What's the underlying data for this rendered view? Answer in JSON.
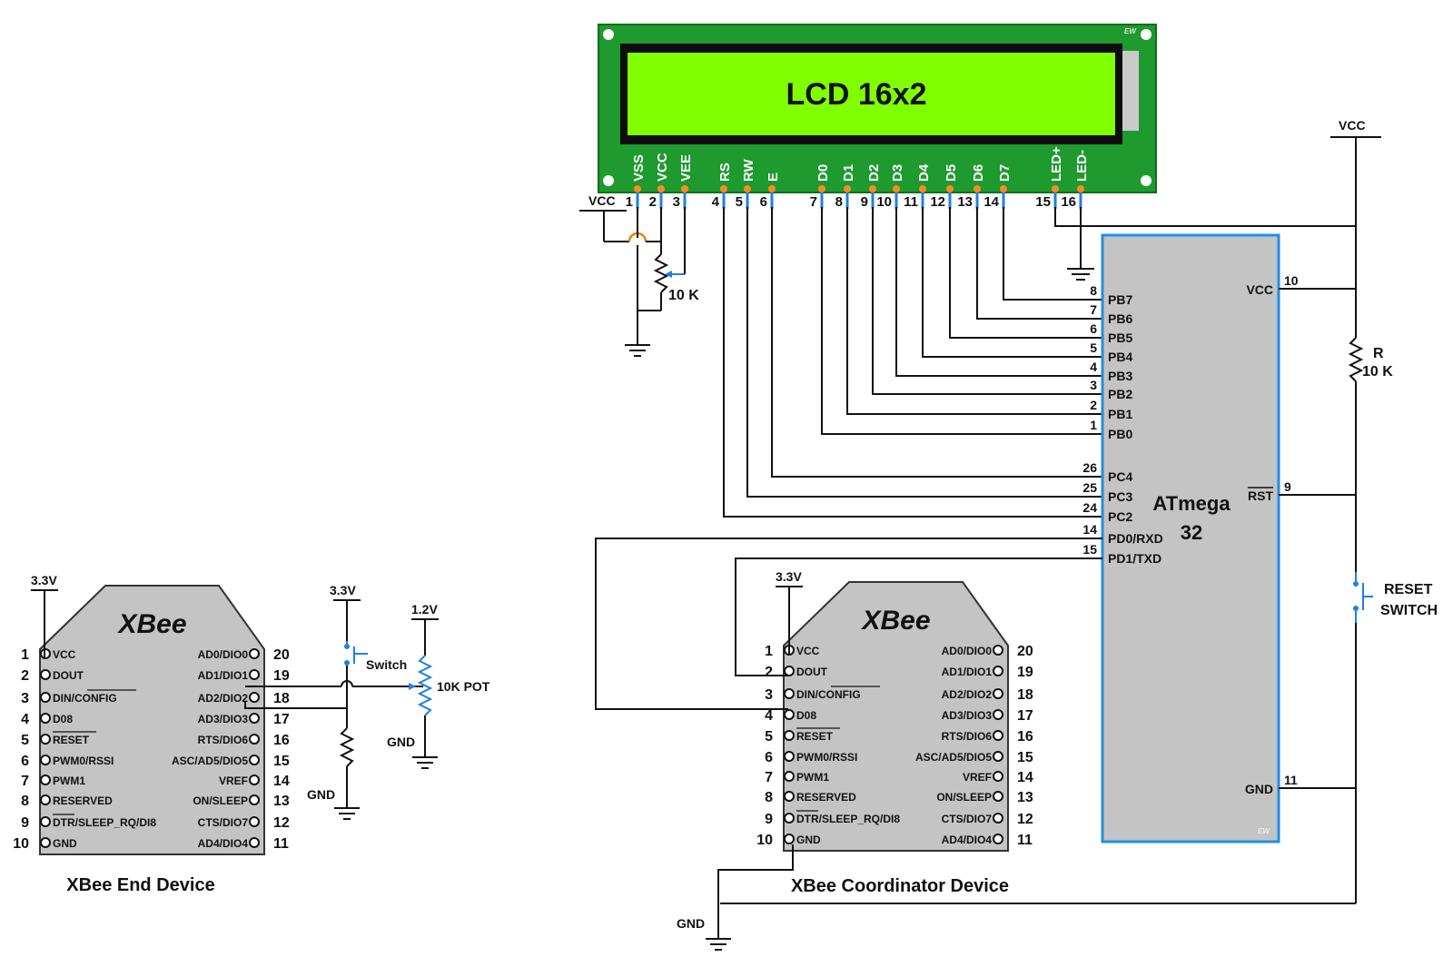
{
  "lcd": {
    "title": "LCD 16x2",
    "badge": "EW",
    "pins": [
      {
        "num": "1",
        "name": "VSS"
      },
      {
        "num": "2",
        "name": "VCC"
      },
      {
        "num": "3",
        "name": "VEE"
      },
      {
        "num": "4",
        "name": "RS"
      },
      {
        "num": "5",
        "name": "RW"
      },
      {
        "num": "6",
        "name": "E"
      },
      {
        "num": "7",
        "name": "D0"
      },
      {
        "num": "8",
        "name": "D1"
      },
      {
        "num": "9",
        "name": "D2"
      },
      {
        "num": "10",
        "name": "D3"
      },
      {
        "num": "11",
        "name": "D4"
      },
      {
        "num": "12",
        "name": "D5"
      },
      {
        "num": "13",
        "name": "D6"
      },
      {
        "num": "14",
        "name": "D7"
      },
      {
        "num": "15",
        "name": "LED+"
      },
      {
        "num": "16",
        "name": "LED-"
      }
    ]
  },
  "mcu": {
    "name_line1": "ATmega",
    "name_line2": "32",
    "badge": "EW",
    "left_pins": [
      {
        "num": "8",
        "name": "PB7"
      },
      {
        "num": "7",
        "name": "PB6"
      },
      {
        "num": "6",
        "name": "PB5"
      },
      {
        "num": "5",
        "name": "PB4"
      },
      {
        "num": "4",
        "name": "PB3"
      },
      {
        "num": "3",
        "name": "PB2"
      },
      {
        "num": "2",
        "name": "PB1"
      },
      {
        "num": "1",
        "name": "PB0"
      },
      {
        "num": "26",
        "name": "PC4"
      },
      {
        "num": "25",
        "name": "PC3"
      },
      {
        "num": "24",
        "name": "PC2"
      },
      {
        "num": "14",
        "name": "PD0/RXD"
      },
      {
        "num": "15",
        "name": "PD1/TXD"
      }
    ],
    "right_pins": [
      {
        "num": "10",
        "name": "VCC"
      },
      {
        "num": "9",
        "name": "RST"
      },
      {
        "num": "11",
        "name": "GND"
      }
    ]
  },
  "labels": {
    "vcc": "VCC",
    "gnd": "GND",
    "pot_10k": "10 K",
    "r_label": "R",
    "r_value": "10 K",
    "reset_switch_1": "RESET",
    "reset_switch_2": "SWITCH",
    "v33": "3.3V",
    "v12": "1.2V",
    "switch": "Switch",
    "pot_10k_end": "10K POT"
  },
  "xbee": {
    "logo": "XBee",
    "left_pins": [
      {
        "num": "1",
        "name": "VCC"
      },
      {
        "num": "2",
        "name": "DOUT"
      },
      {
        "num": "3",
        "name": "DIN/CONFIG"
      },
      {
        "num": "4",
        "name": "D08"
      },
      {
        "num": "5",
        "name": "RESET"
      },
      {
        "num": "6",
        "name": "PWM0/RSSI"
      },
      {
        "num": "7",
        "name": "PWM1"
      },
      {
        "num": "8",
        "name": "RESERVED"
      },
      {
        "num": "9",
        "name": "DTR/SLEEP_RQ/DI8"
      },
      {
        "num": "10",
        "name": "GND"
      }
    ],
    "right_pins": [
      {
        "num": "20",
        "name": "AD0/DIO0"
      },
      {
        "num": "19",
        "name": "AD1/DIO1"
      },
      {
        "num": "18",
        "name": "AD2/DIO2"
      },
      {
        "num": "17",
        "name": "AD3/DIO3"
      },
      {
        "num": "16",
        "name": "RTS/DIO6"
      },
      {
        "num": "15",
        "name": "ASC/AD5/DIO5"
      },
      {
        "num": "14",
        "name": "VREF"
      },
      {
        "num": "13",
        "name": "ON/SLEEP"
      },
      {
        "num": "12",
        "name": "CTS/DIO7"
      },
      {
        "num": "11",
        "name": "AD4/DIO4"
      }
    ],
    "end_caption": "XBee End Device",
    "coord_caption": "XBee Coordinator Device"
  }
}
